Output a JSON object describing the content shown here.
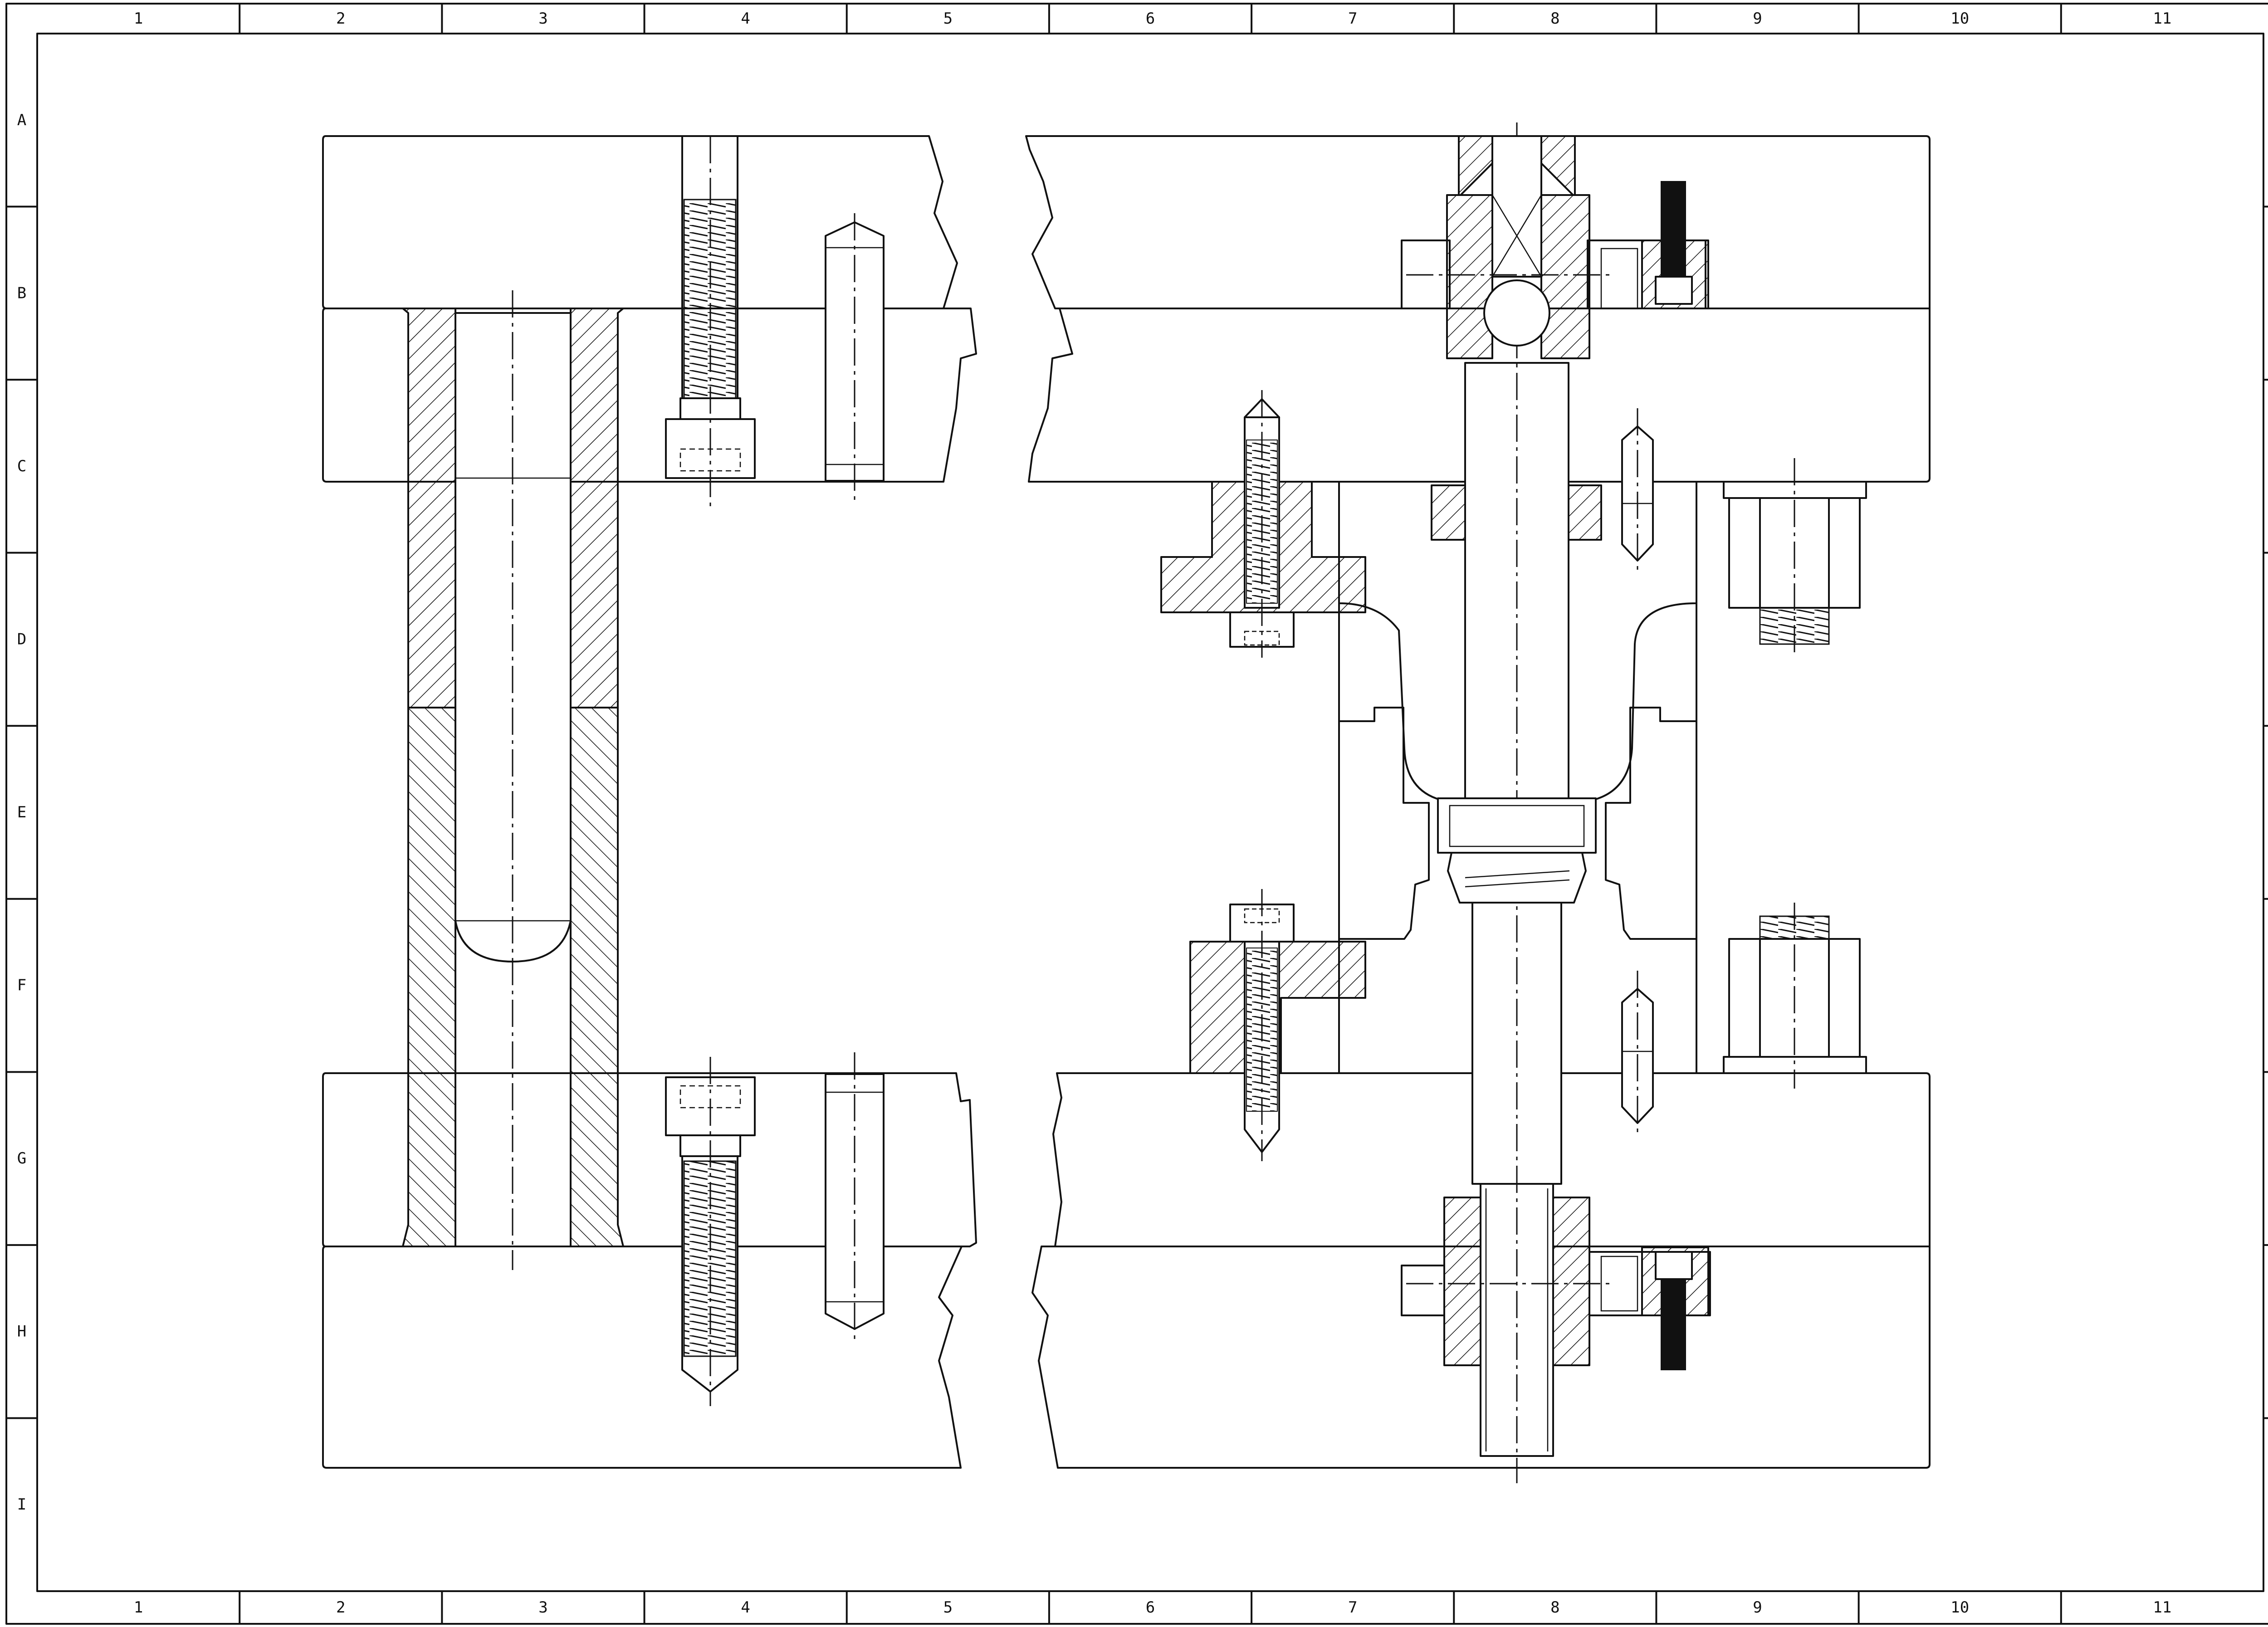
{
  "frame": {
    "column_labels": [
      "1",
      "2",
      "3",
      "4",
      "5",
      "6",
      "7",
      "8",
      "9",
      "10",
      "11"
    ],
    "row_labels": [
      "A",
      "B",
      "C",
      "D",
      "E",
      "F",
      "G",
      "H",
      "I"
    ]
  }
}
